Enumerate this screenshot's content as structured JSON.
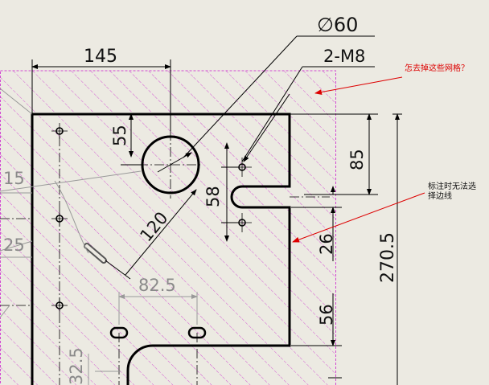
{
  "drawing": {
    "dimensions": {
      "dia": "∅60",
      "thread": "2-M8",
      "d145": "145",
      "d55": "55",
      "d58": "58",
      "d120": "120",
      "d85": "85",
      "d26": "26",
      "d270": "270.5",
      "d56": "56",
      "d825": "82.5",
      "d325": "32.5",
      "d15": "15",
      "d25": "25"
    },
    "annotations": {
      "grid_question": "怎去掉这些网格？",
      "select_edge_line1": "标注时无法选",
      "select_edge_line2": "择边线"
    },
    "colors": {
      "hatch": "#d24bd2",
      "outline": "#000000",
      "arrow": "#dd0000",
      "background": "#eceae2"
    }
  }
}
